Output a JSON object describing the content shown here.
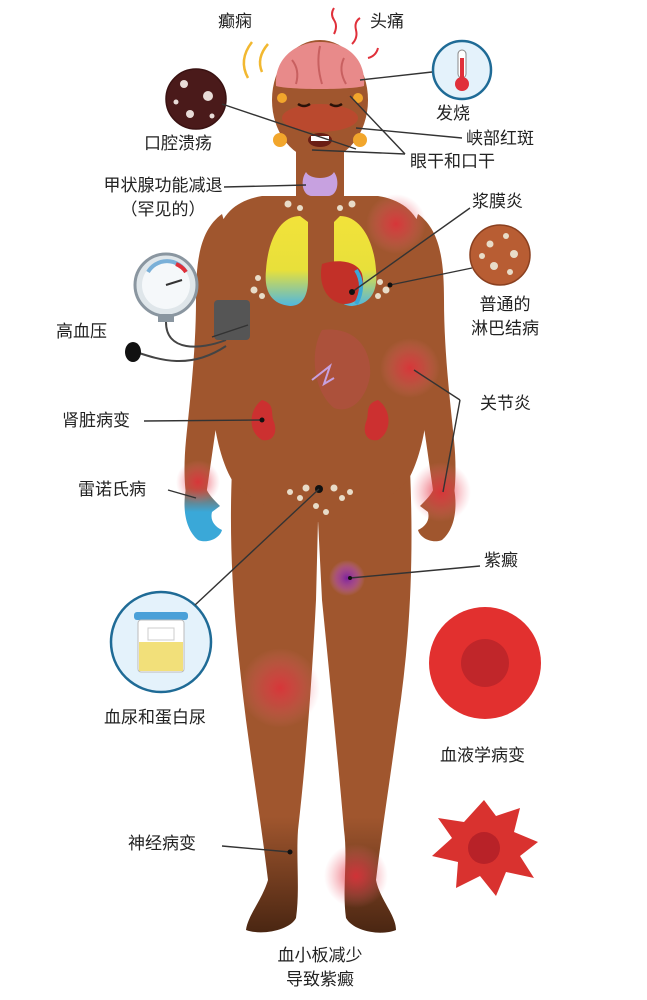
{
  "labels": {
    "epilepsy": "癫痫",
    "headache": "头痛",
    "fever": "发烧",
    "oral_ulcer": "口腔溃疡",
    "malar_rash": "峡部红斑",
    "dry_eyes_mouth": "眼干和口干",
    "hypothyroid_1": "甲状腺功能减退",
    "hypothyroid_2": "（罕见的）",
    "serositis": "浆膜炎",
    "lymph_1": "普通的",
    "lymph_2": "淋巴结病",
    "hypertension": "高血压",
    "arthritis": "关节炎",
    "nephropathy": "肾脏病变",
    "raynaud": "雷诺氏病",
    "purpura": "紫癜",
    "hematuria": "血尿和蛋白尿",
    "hematologic": "血液学病变",
    "neuropathy": "神经病变",
    "thrombo_1": "血小板减少",
    "thrombo_2": "导致紫癜"
  },
  "colors": {
    "skin": "#a0562e",
    "skin_dark": "#7a3d1f",
    "inflammation": "#e0303a",
    "brain": "#e88a8a",
    "lungs_yellow": "#f2e23a",
    "lungs_blue": "#4fb7e0",
    "raynaud_blue": "#3aa8d8",
    "purpura": "#9b3fb0",
    "rbc": "#e2302f",
    "platelet": "#d9322f",
    "ulcer_bg": "#4a1a1a",
    "lymph_bg": "#b85d33"
  }
}
